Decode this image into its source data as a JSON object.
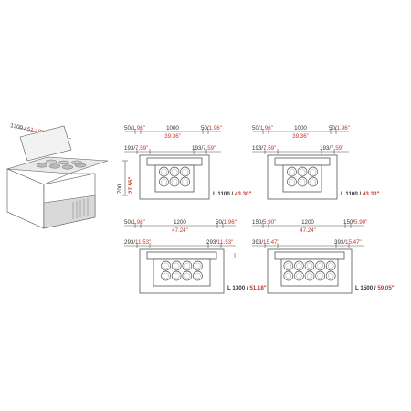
{
  "colors": {
    "accent": "#c0392b",
    "line": "#555555",
    "text": "#333333"
  },
  "perspective": {
    "dim_mm": "1300",
    "sep": " / ",
    "dim_in": "51.18\""
  },
  "height": {
    "mm": "700",
    "in": "27.55\""
  },
  "plans": [
    {
      "top_left": {
        "mm": "50/",
        "in": "1.96\""
      },
      "top_mid": {
        "mm": "1000",
        "in": "39.36\""
      },
      "top_right": {
        "mm": "50/",
        "in": "1.96\""
      },
      "side_left": {
        "mm": "193/",
        "in": "7.59\""
      },
      "side_right": {
        "mm": "193/",
        "in": "7.59\""
      },
      "length": {
        "prefix": "L 1100",
        "sep": " / ",
        "in": "43.30\""
      },
      "cups": {
        "columns": 3,
        "rows": 2
      }
    },
    {
      "top_left": {
        "mm": "50/",
        "in": "1.96\""
      },
      "top_mid": {
        "mm": "1000",
        "in": "39.36\""
      },
      "top_right": {
        "mm": "50/",
        "in": "1.96\""
      },
      "side_left": {
        "mm": "193/",
        "in": "7.59\""
      },
      "side_right": {
        "mm": "193/",
        "in": "7.59\""
      },
      "length": {
        "prefix": "L 1100",
        "sep": " / ",
        "in": "43.30\""
      },
      "cups": {
        "columns": 3,
        "rows": 2
      }
    },
    {
      "top_left": {
        "mm": "50/",
        "in": "1.96\""
      },
      "top_mid": {
        "mm": "1200",
        "in": "47.24\""
      },
      "top_right": {
        "mm": "50/",
        "in": "1.96\""
      },
      "side_left": {
        "mm": "293/",
        "in": "11.53\""
      },
      "side_right": {
        "mm": "293/",
        "in": "11.53\""
      },
      "length": {
        "prefix": "L 1300",
        "sep": " / ",
        "in": "51.18\""
      },
      "cups": {
        "columns": 4,
        "rows": 2
      }
    },
    {
      "top_left": {
        "mm": "150/",
        "in": "5.90\""
      },
      "top_mid": {
        "mm": "1200",
        "in": "47.24\""
      },
      "top_right": {
        "mm": "150/",
        "in": "5.90\""
      },
      "side_left": {
        "mm": "393/",
        "in": "15.47\""
      },
      "side_right": {
        "mm": "393/",
        "in": "15.47\""
      },
      "length": {
        "prefix": "L 1500",
        "sep": " / ",
        "in": "59.05\""
      },
      "cups": {
        "columns": 5,
        "rows": 2
      }
    }
  ]
}
